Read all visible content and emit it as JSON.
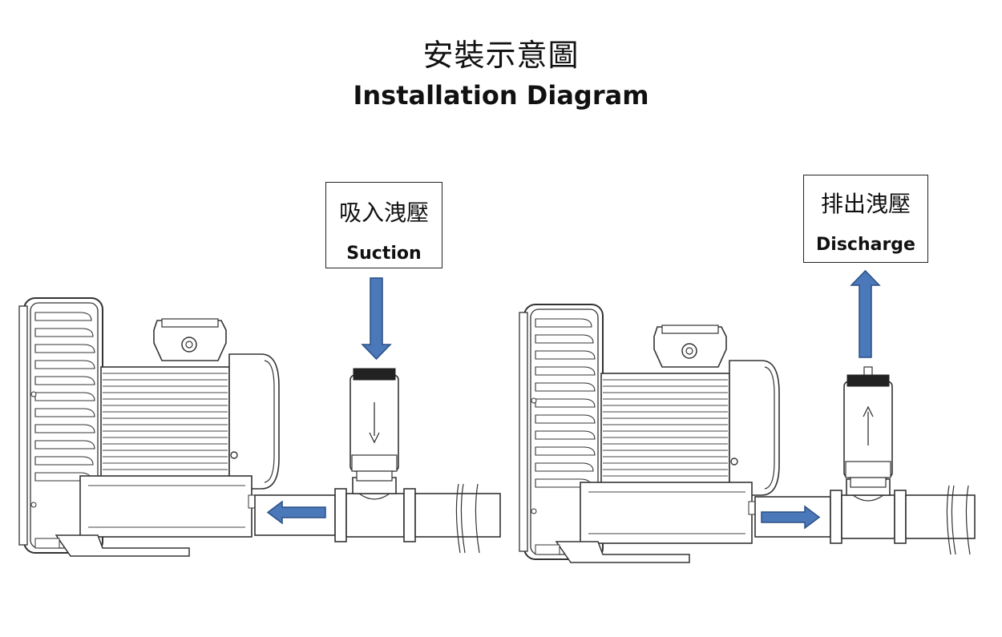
{
  "header": {
    "title_cn": "安裝示意圖",
    "title_en": "Installation Diagram"
  },
  "suction": {
    "label_cn": "吸入洩壓",
    "label_en": "Suction",
    "flow_direction": "down-into-valve, left-along-pipe"
  },
  "discharge": {
    "label_cn": "排出洩壓",
    "label_en": "Discharge",
    "flow_direction": "right-along-pipe, up-out-of-valve"
  },
  "colors": {
    "arrow_fill": "#4a78b8",
    "arrow_stroke": "#2a4f86",
    "line": "#3a3a3a"
  },
  "icons": {
    "blower": "regenerative-blower-icon",
    "valve": "relief-valve-icon",
    "pipe": "pipe-icon"
  }
}
